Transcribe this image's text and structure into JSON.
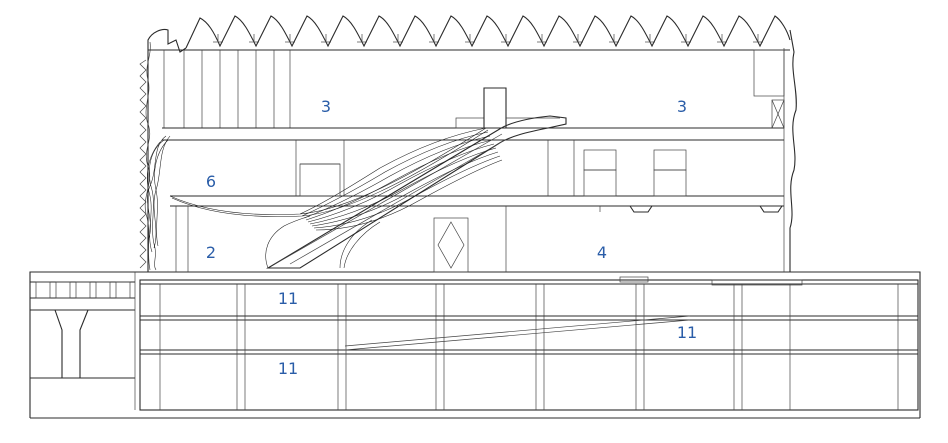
{
  "labels": [
    {
      "id": "area-3-left",
      "text": "3"
    },
    {
      "id": "area-3-right",
      "text": "3"
    },
    {
      "id": "area-6",
      "text": "6"
    },
    {
      "id": "area-2",
      "text": "2"
    },
    {
      "id": "area-4",
      "text": "4"
    },
    {
      "id": "area-11-top",
      "text": "11"
    },
    {
      "id": "area-11-mid",
      "text": "11"
    },
    {
      "id": "area-11-bottom",
      "text": "11"
    }
  ],
  "colors": {
    "label": "#2a5da8",
    "line": "#2b2b2b",
    "background": "#ffffff"
  }
}
